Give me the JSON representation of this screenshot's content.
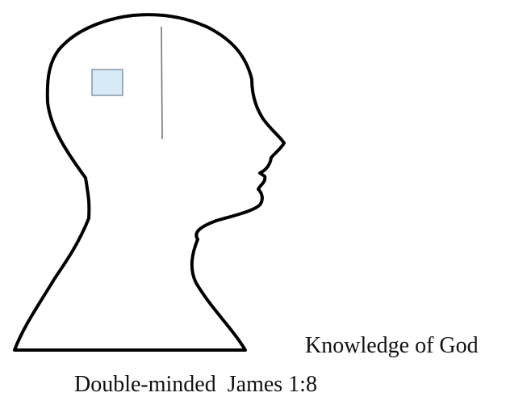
{
  "labels": {
    "knowledge": "Knowledge of God",
    "double_minded": "Double-minded",
    "reference": "James 1:8"
  },
  "colors": {
    "outline": "#000000",
    "divider": "#777777",
    "box_fill": "#d6eaf8",
    "box_stroke": "#6f7f8c",
    "text": "#111111"
  }
}
